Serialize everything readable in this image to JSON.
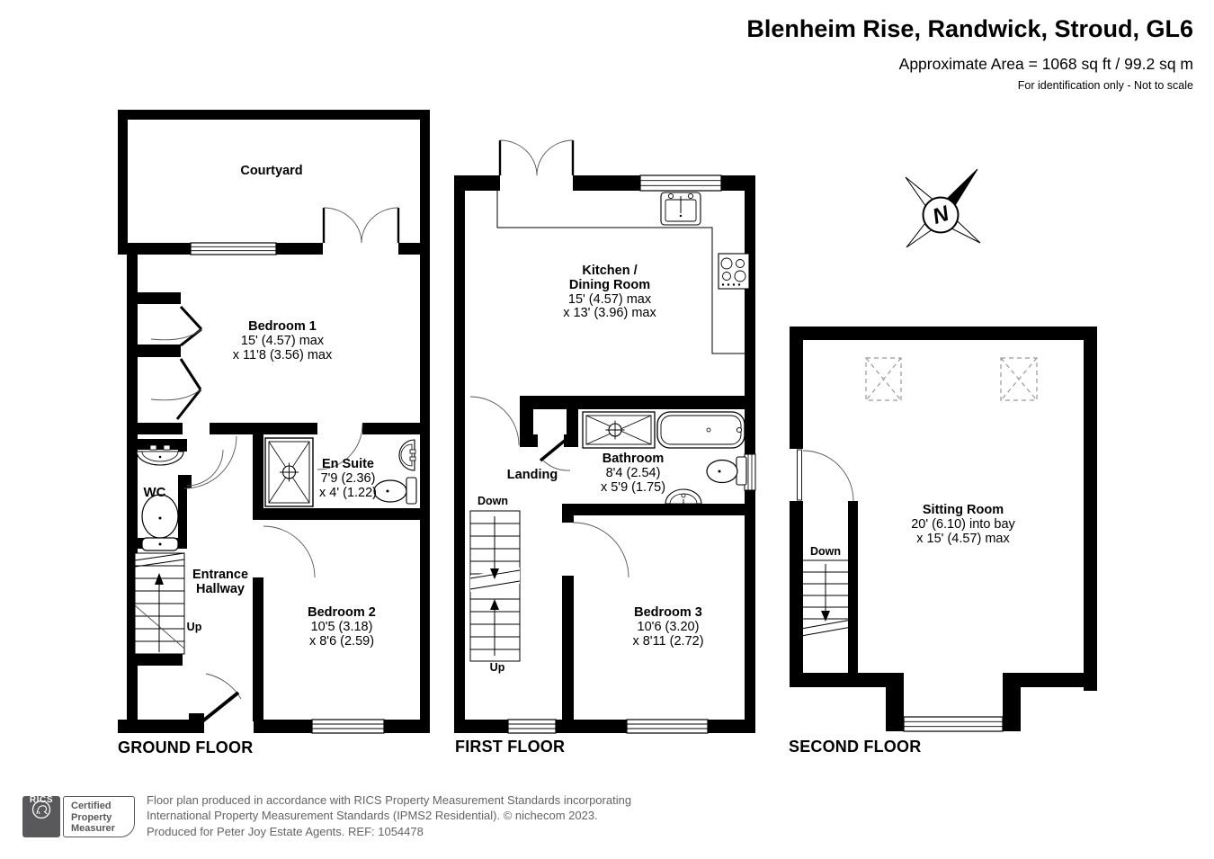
{
  "header": {
    "title": "Blenheim Rise, Randwick, Stroud, GL6",
    "area": "Approximate Area = 1068 sq ft / 99.2 sq m",
    "note": "For identification only - Not to scale"
  },
  "compass": {
    "north_label": "N"
  },
  "floors": {
    "ground": {
      "label": "GROUND FLOOR",
      "rooms": {
        "courtyard": {
          "name": "Courtyard"
        },
        "bedroom1": {
          "name": "Bedroom 1",
          "dim1": "15' (4.57) max",
          "dim2": "x 11'8 (3.56) max"
        },
        "wc": {
          "name": "WC"
        },
        "ensuite": {
          "name": "En Suite",
          "dim1": "7'9 (2.36)",
          "dim2": "x 4' (1.22)"
        },
        "hallway": {
          "name1": "Entrance",
          "name2": "Hallway"
        },
        "bedroom2": {
          "name": "Bedroom 2",
          "dim1": "10'5 (3.18)",
          "dim2": "x 8'6 (2.59)"
        }
      },
      "stairs": {
        "up": "Up"
      }
    },
    "first": {
      "label": "FIRST FLOOR",
      "rooms": {
        "kitchen": {
          "name1": "Kitchen /",
          "name2": "Dining Room",
          "dim1": "15' (4.57) max",
          "dim2": "x 13' (3.96) max"
        },
        "landing": {
          "name": "Landing"
        },
        "bathroom": {
          "name": "Bathroom",
          "dim1": "8'4 (2.54)",
          "dim2": "x 5'9 (1.75)"
        },
        "bedroom3": {
          "name": "Bedroom 3",
          "dim1": "10'6 (3.20)",
          "dim2": "x 8'11 (2.72)"
        }
      },
      "stairs": {
        "down": "Down",
        "up": "Up"
      }
    },
    "second": {
      "label": "SECOND FLOOR",
      "rooms": {
        "sitting": {
          "name": "Sitting Room",
          "dim1": "20' (6.10) into bay",
          "dim2": "x 15' (4.57) max"
        }
      },
      "stairs": {
        "down": "Down"
      }
    }
  },
  "footer": {
    "rics_label": "RICS",
    "badge": {
      "line1": "Certified",
      "line2": "Property",
      "line3": "Measurer"
    },
    "disclaimer1": "Floor plan produced in accordance with RICS Property Measurement Standards incorporating",
    "disclaimer2": "International Property Measurement Standards (IPMS2 Residential).   © nichecom 2023.",
    "disclaimer3": "Produced for Peter Joy Estate Agents.   REF:  1054478"
  },
  "colors": {
    "wall": "#000000",
    "badge_gray": "#59595b",
    "footer_text": "#646464",
    "skylight_dash": "#999999"
  }
}
